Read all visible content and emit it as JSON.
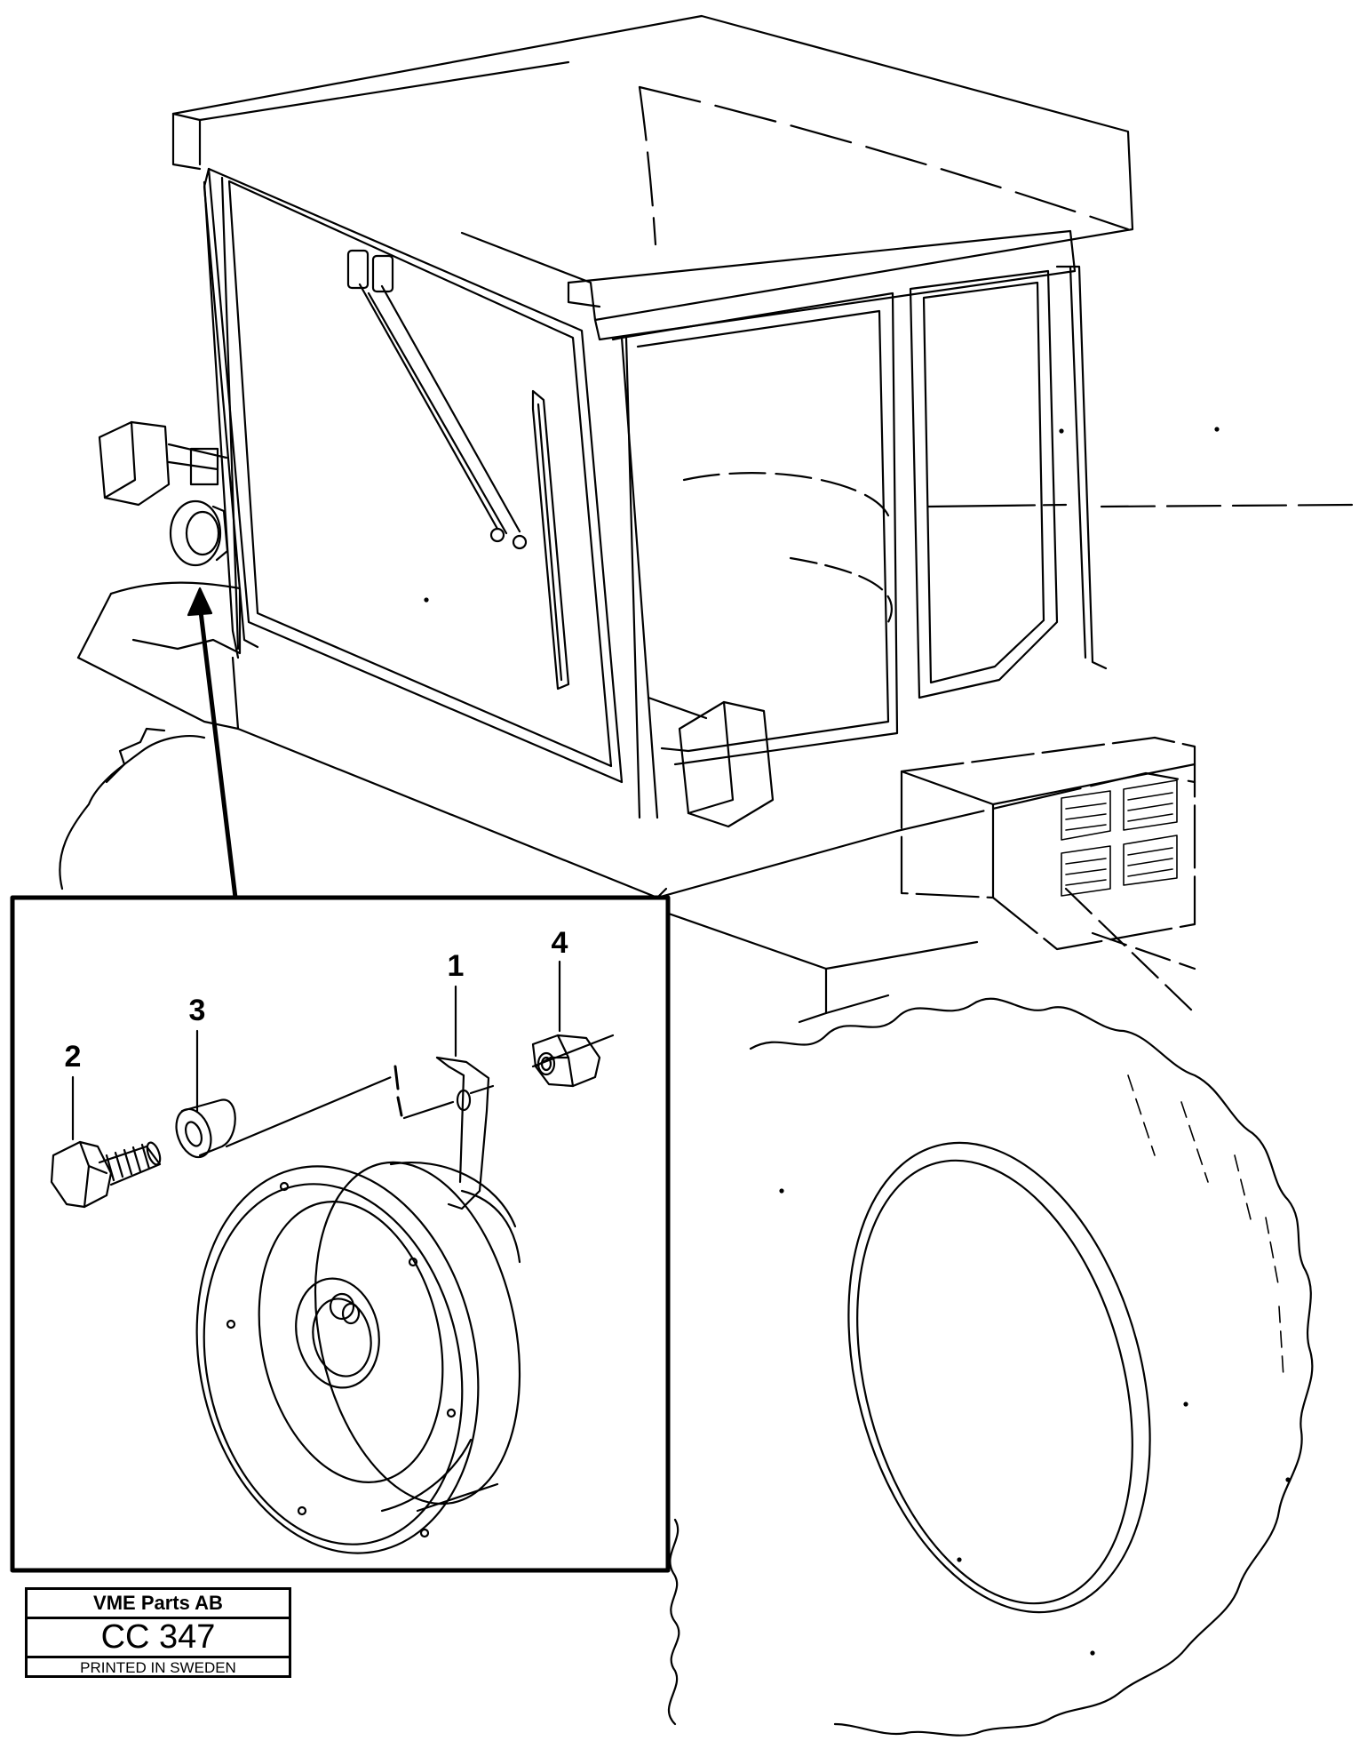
{
  "callouts": {
    "item_1": "1",
    "item_2": "2",
    "item_3": "3",
    "item_4": "4"
  },
  "title_block": {
    "company": "VME Parts AB",
    "code": "CC 347",
    "printed": "PRINTED IN SWEDEN"
  },
  "colors": {
    "ink": "#000000",
    "paper": "#ffffff"
  }
}
